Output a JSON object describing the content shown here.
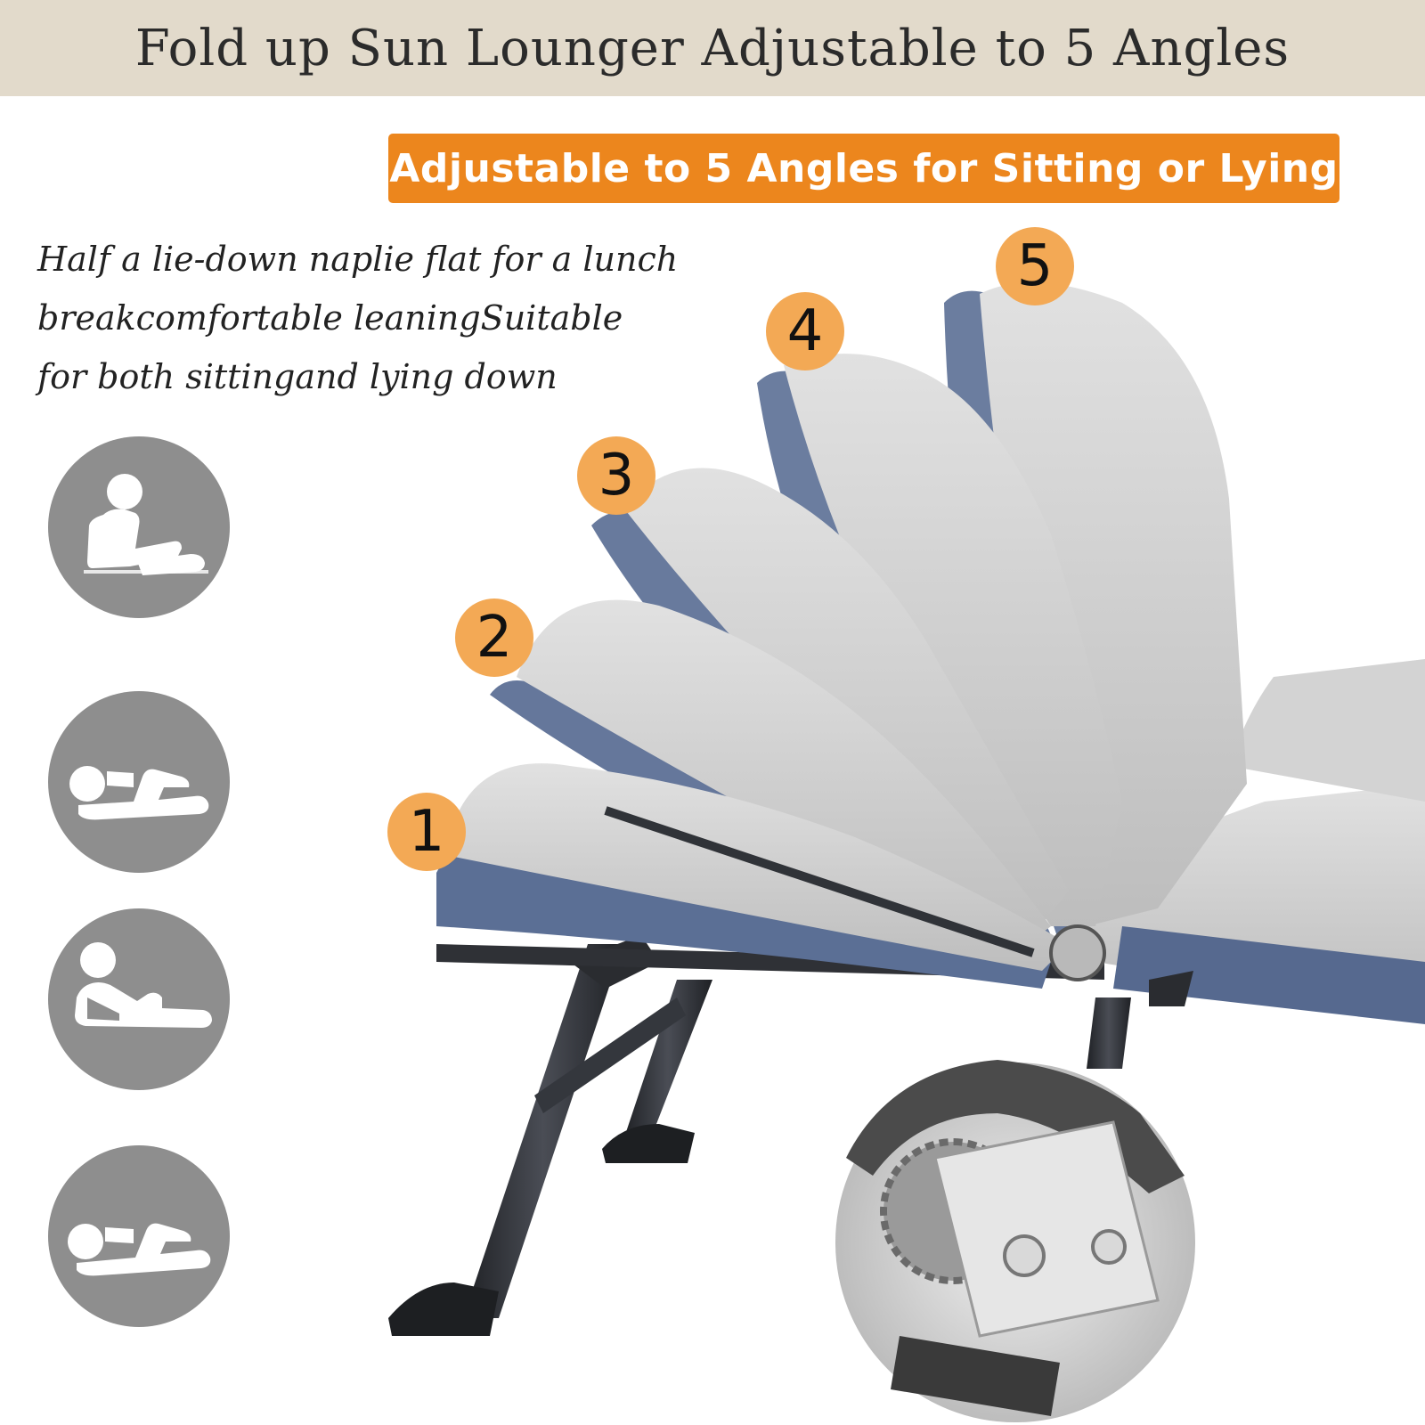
{
  "banner": {
    "title": "Fold up Sun Lounger Adjustable to 5 Angles"
  },
  "orange_bar": {
    "text": "Adjustable to 5 Angles for Sitting or Lying"
  },
  "description": {
    "lines": [
      "Half a lie-down naplie flat for a lunch",
      "breakcomfortable leaningSuitable",
      "for both sittingand lying down"
    ]
  },
  "angles": [
    "1",
    "2",
    "3",
    "4",
    "5"
  ],
  "icons": [
    "sitting-pose-icon",
    "lying-knees-up-pose-icon",
    "reclining-pose-icon",
    "lying-flat-pose-icon"
  ],
  "colors": {
    "banner_bg": "#e2dacb",
    "accent_orange": "#ec861d",
    "badge_orange": "#f3a955",
    "icon_grey": "#8e8e8e",
    "fabric_blue": "#5b6f95",
    "cushion_grey": "#cfcfcf",
    "frame_dark": "#2f3136"
  }
}
